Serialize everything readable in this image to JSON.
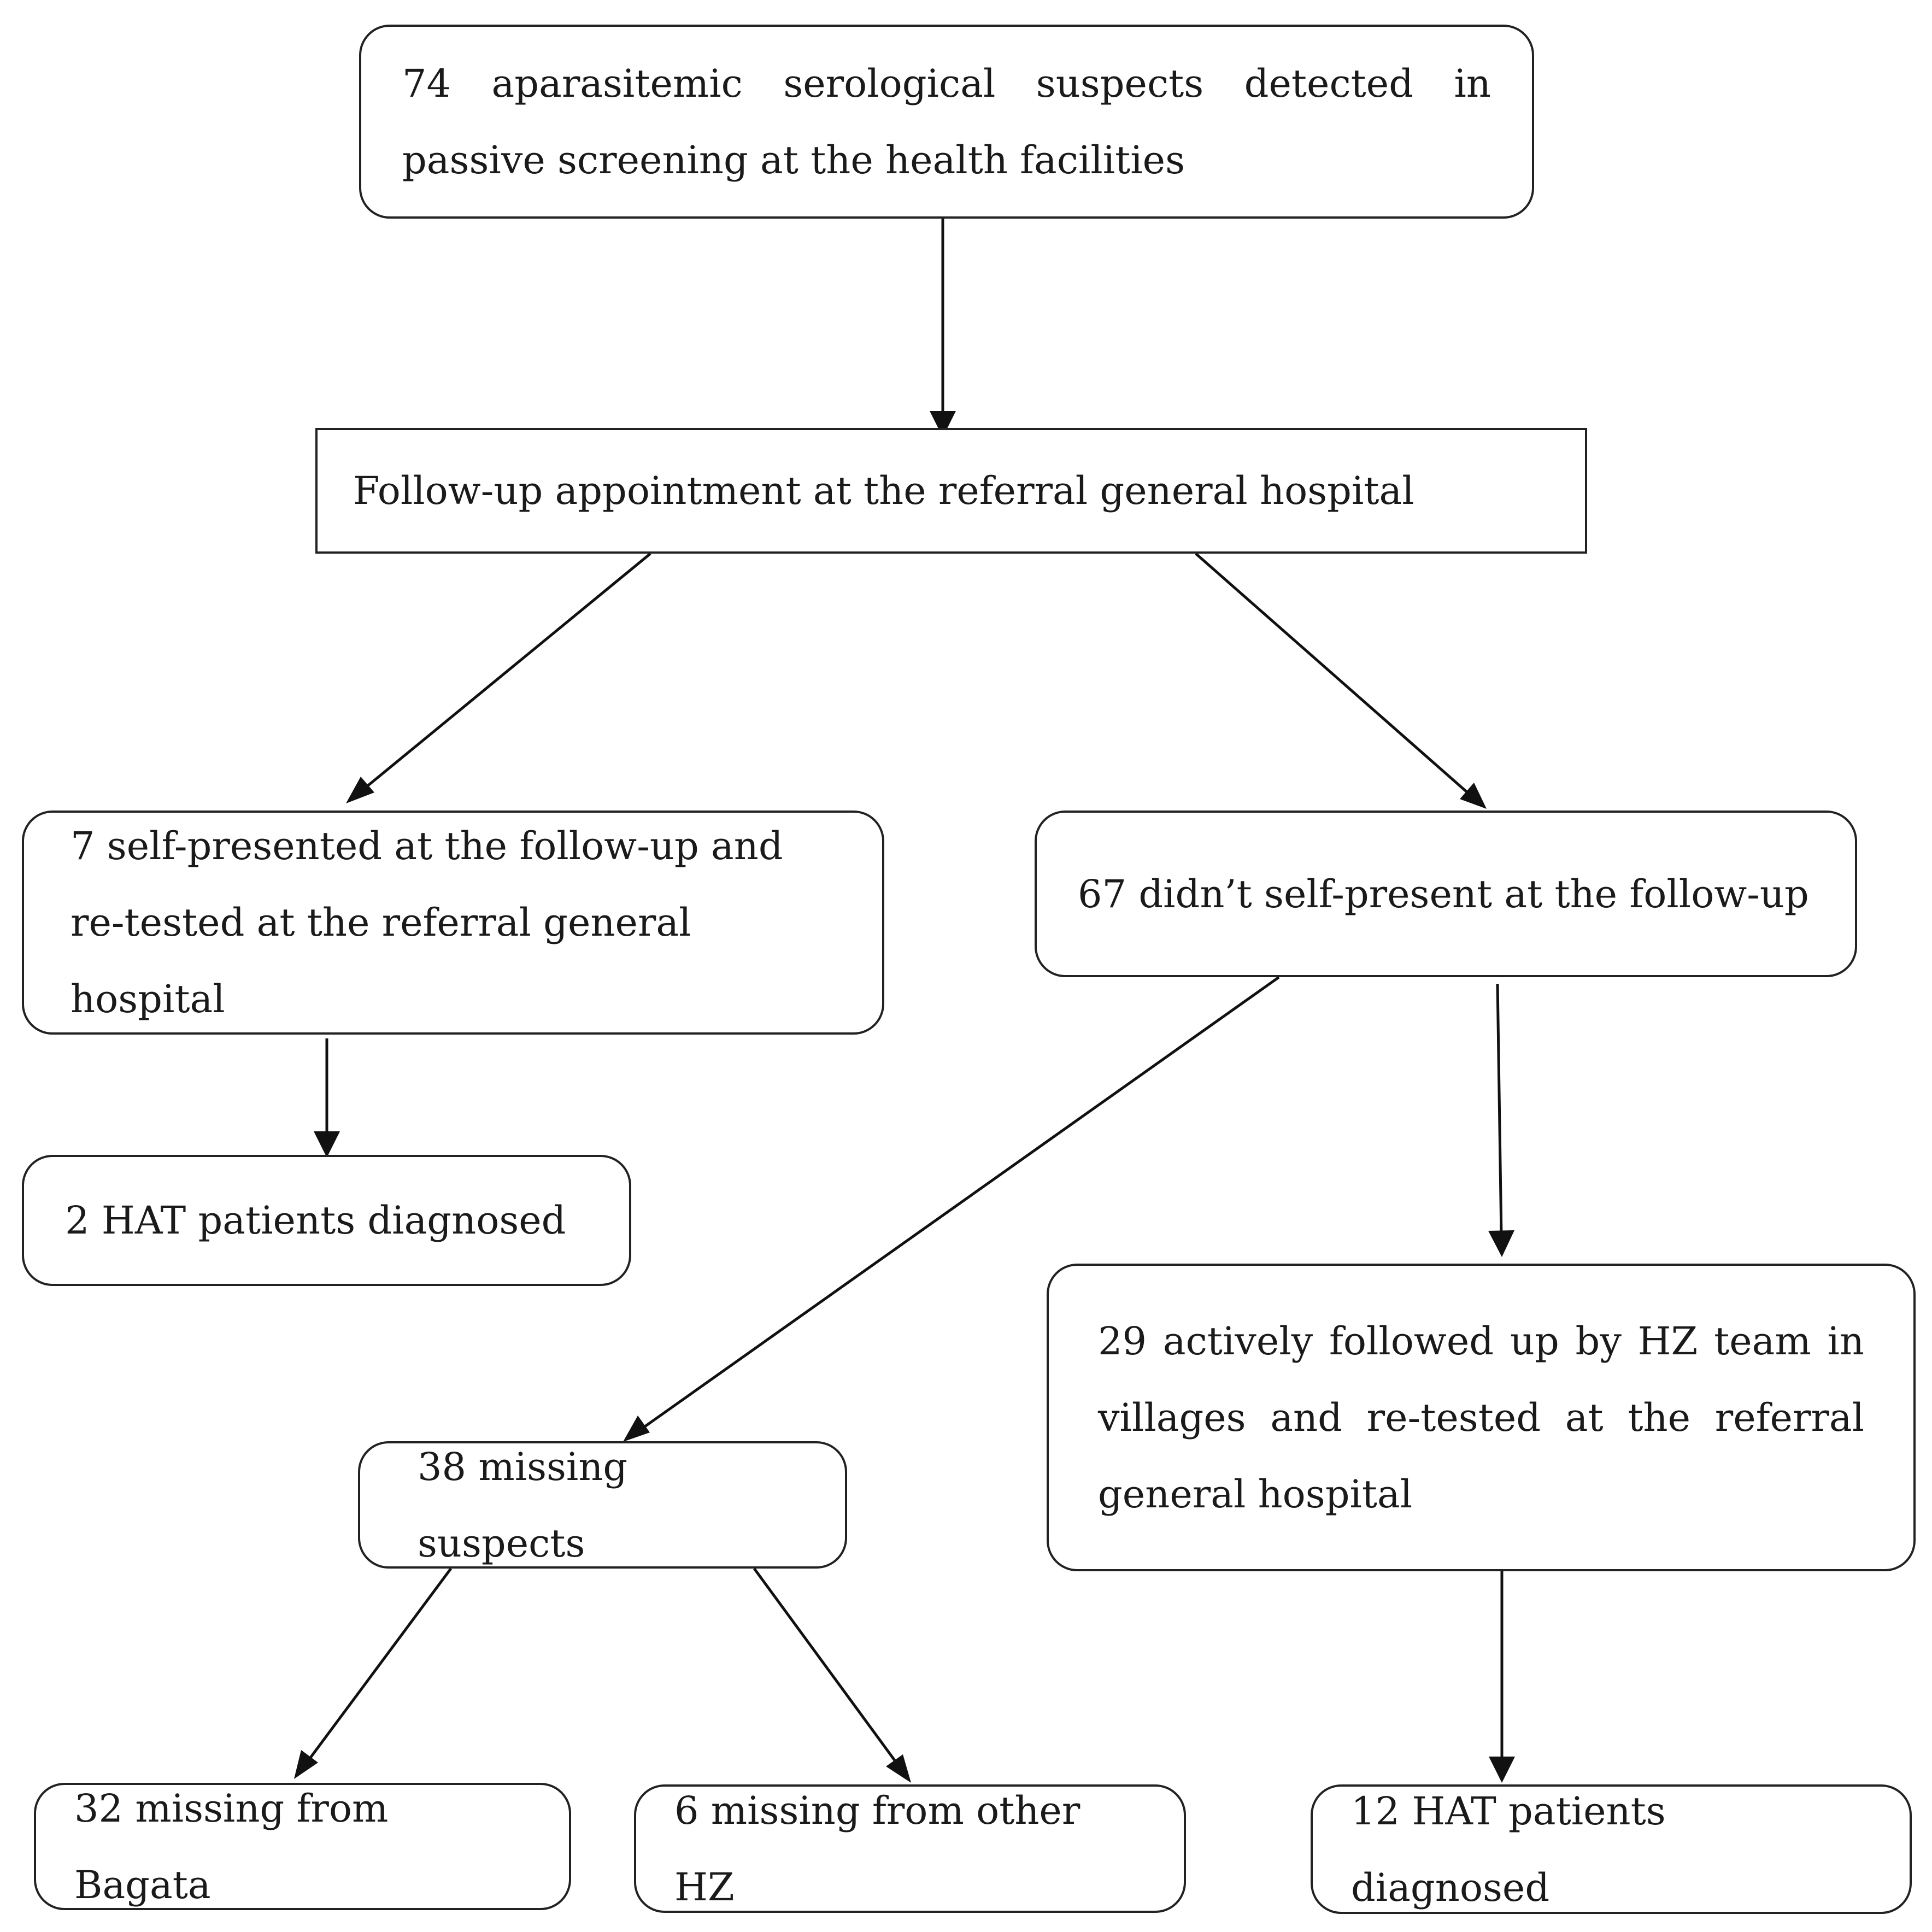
{
  "nodes": {
    "top": "74 aparasitemic serological suspects detected in passive screening at the health facilities",
    "followup": "Follow-up appointment at the referral general hospital",
    "self_presented": "7 self-presented at the follow-up and re-tested at the referral general hospital",
    "not_self_present": "67 didn’t self-present at the follow-up",
    "hat_left": "2 HAT patients diagnosed",
    "active_followup": "29 actively followed up by HZ team in villages and re-tested at the referral general hospital",
    "missing": "38 missing suspects",
    "missing_bagata": "32 missing from Bagata",
    "missing_other": "6 missing from other HZ",
    "hat_right": "12 HAT patients diagnosed"
  },
  "edges": [
    [
      "top",
      "followup"
    ],
    [
      "followup",
      "self_presented"
    ],
    [
      "followup",
      "not_self_present"
    ],
    [
      "self_presented",
      "hat_left"
    ],
    [
      "not_self_present",
      "missing"
    ],
    [
      "not_self_present",
      "active_followup"
    ],
    [
      "missing",
      "missing_bagata"
    ],
    [
      "missing",
      "missing_other"
    ],
    [
      "active_followup",
      "hat_right"
    ]
  ]
}
